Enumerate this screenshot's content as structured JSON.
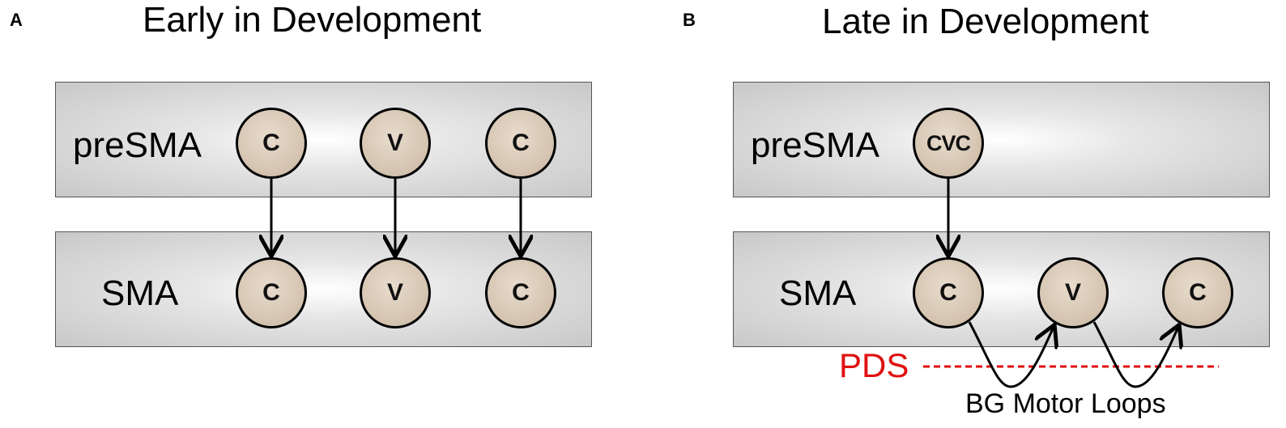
{
  "panel_a": {
    "letter": "A",
    "title": "Early in Development",
    "top_band_label": "preSMA",
    "bottom_band_label": "SMA",
    "top_nodes": [
      "C",
      "V",
      "C"
    ],
    "bottom_nodes": [
      "C",
      "V",
      "C"
    ]
  },
  "panel_b": {
    "letter": "B",
    "title": "Late in Development",
    "top_band_label": "preSMA",
    "bottom_band_label": "SMA",
    "top_nodes": [
      "CVC"
    ],
    "bottom_nodes": [
      "C",
      "V",
      "C"
    ],
    "pds_label": "PDS",
    "loops_label": "BG Motor Loops"
  },
  "colors": {
    "node_fill": "#d6c6b3",
    "pds_line": "#e01010",
    "band_edge": "#c8c8c8"
  }
}
